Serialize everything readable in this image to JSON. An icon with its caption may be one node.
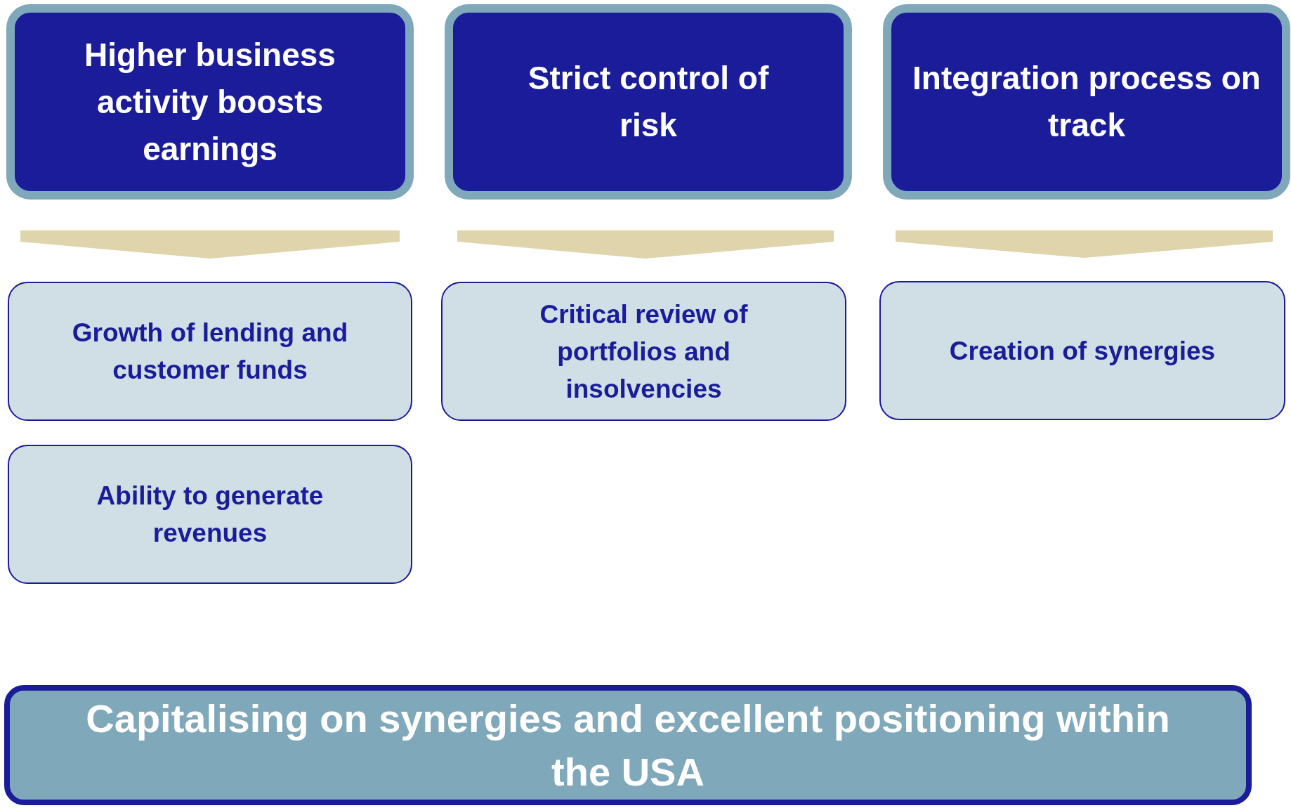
{
  "diagram": {
    "nodes": [
      {
        "text": [
          "Higher business activity boosts earnings"
        ]
      },
      {
        "text": [
          "Strict control of risk"
        ]
      },
      {
        "text": [
          "Integration process on track"
        ]
      },
      {
        "text": [
          "Growth of lending and customer funds"
        ]
      },
      {
        "text": [
          "Critical review of portfolios and insolvencies"
        ]
      },
      {
        "text": [
          "Creation of synergies"
        ]
      },
      {
        "text": [
          "Ability to generate revenues"
        ]
      },
      {
        "text": [
          "Capitalising on synergies and excellent positioning within the USA"
        ]
      }
    ],
    "edges": [
      {
        "from": 0,
        "to": 3,
        "arrow": "to"
      },
      {
        "from": 1,
        "to": 4,
        "arrow": "to"
      },
      {
        "from": 2,
        "to": 5,
        "arrow": "to"
      }
    ]
  }
}
